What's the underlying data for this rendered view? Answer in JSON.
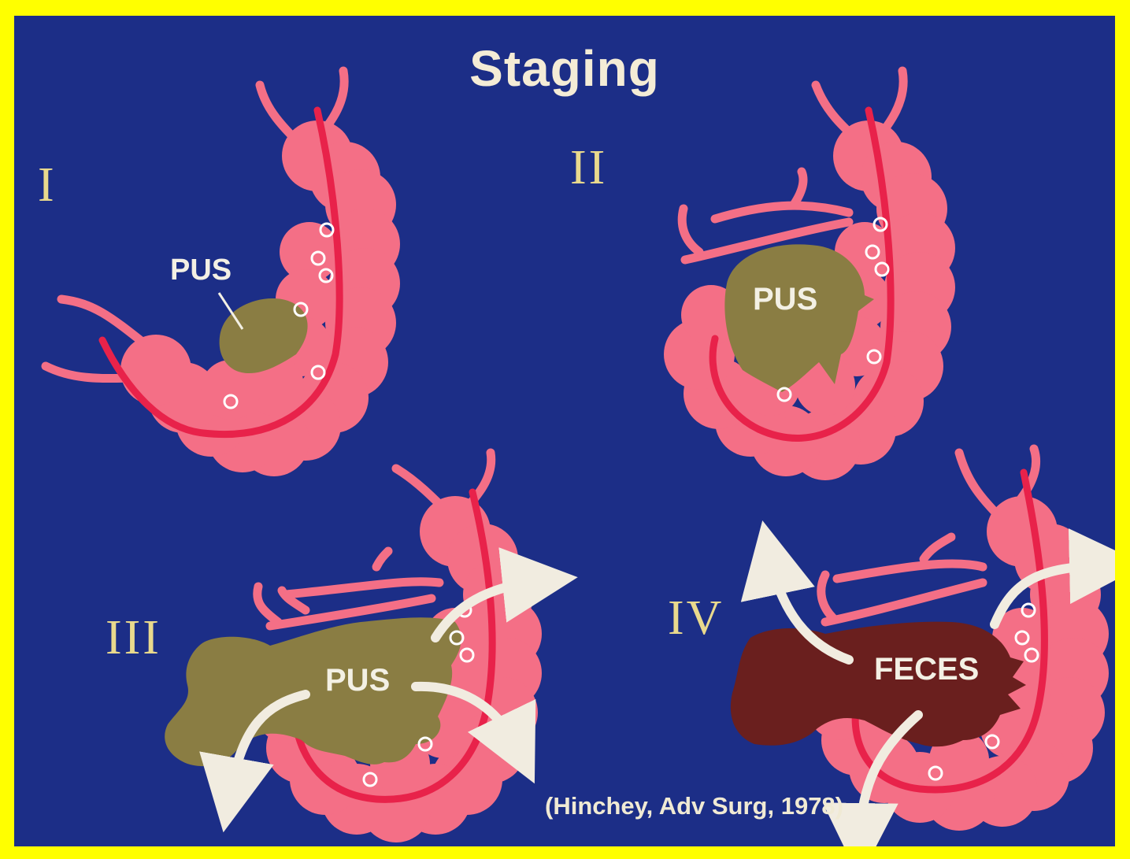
{
  "title": "Staging",
  "stages": [
    {
      "numeral": "I",
      "label": "PUS"
    },
    {
      "numeral": "II",
      "label": "PUS"
    },
    {
      "numeral": "III",
      "label": "PUS"
    },
    {
      "numeral": "IV",
      "label": "FECES"
    }
  ],
  "citation": "(Hinchey, Adv Surg, 1978)",
  "colors": {
    "background": "#1c2e87",
    "border": "#ffff00",
    "colon": "#f46f86",
    "colon_line": "#e8224a",
    "pus": "#8a7d43",
    "feces": "#6a1f1e",
    "arrow": "#f1ece0"
  }
}
